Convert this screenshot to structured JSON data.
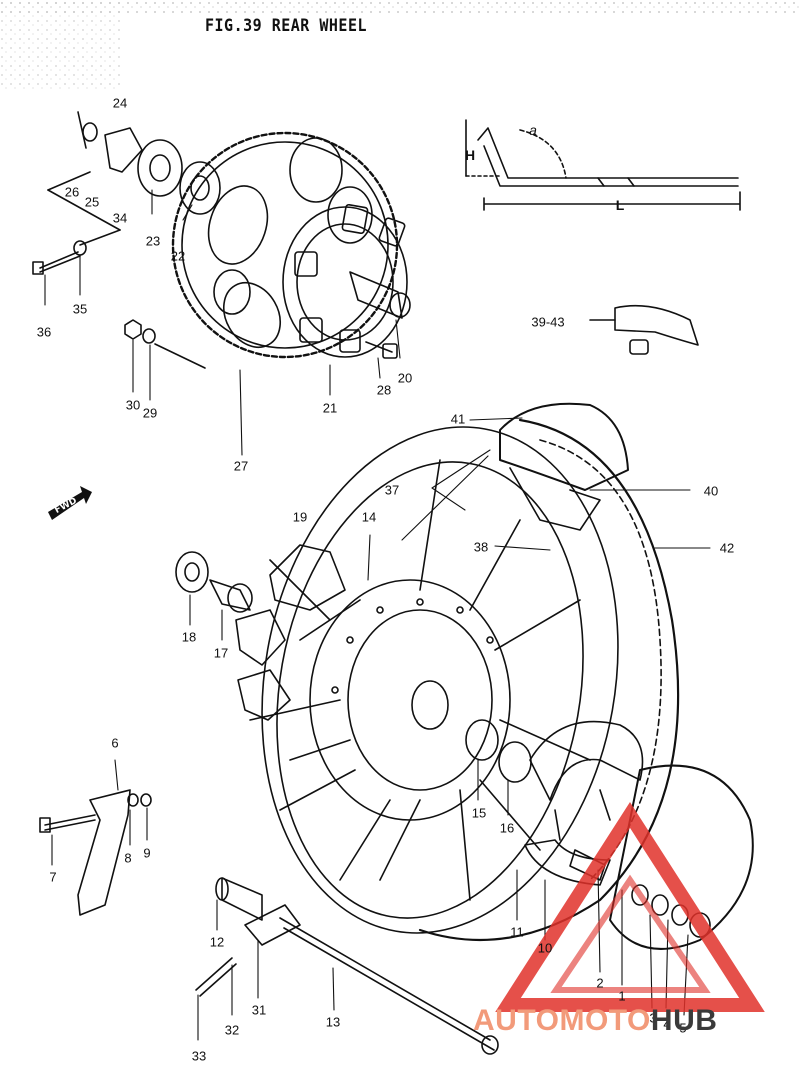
{
  "figure": {
    "title": "FIG.39  REAR WHEEL"
  },
  "dimensions": {
    "h": "H",
    "angle": "a",
    "length": "L"
  },
  "direction_badge": "FWD",
  "watermark": {
    "part1": "AUTOMOTO",
    "part2": "HUB",
    "triangle_color": "#e0312a",
    "text_color_light": "#f29a7a",
    "text_color_dark": "#3a3a3a"
  },
  "callouts": {
    "c1": "1",
    "c2": "2",
    "c3": "3",
    "c4": "4",
    "c5": "5",
    "c6": "6",
    "c7": "7",
    "c8": "8",
    "c9": "9",
    "c10": "10",
    "c11": "11",
    "c12": "12",
    "c13": "13",
    "c14": "14",
    "c15": "15",
    "c16": "16",
    "c17": "17",
    "c18": "18",
    "c19": "19",
    "c20": "20",
    "c21": "21",
    "c22": "22",
    "c23": "23",
    "c24": "24",
    "c25": "25",
    "c26": "26",
    "c27": "27",
    "c28": "28",
    "c29": "29",
    "c30": "30",
    "c31": "31",
    "c32": "32",
    "c33": "33",
    "c34": "34",
    "c35": "35",
    "c36": "36",
    "c37": "37",
    "c38": "38",
    "c3943": "39-43",
    "c40": "40",
    "c41": "41",
    "c42": "42"
  }
}
